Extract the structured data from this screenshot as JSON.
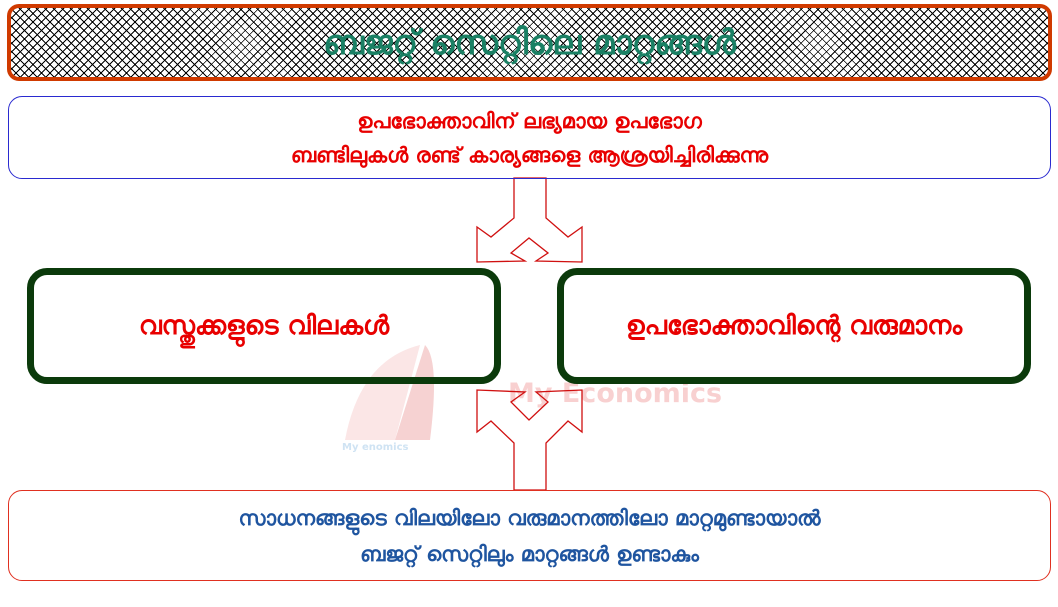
{
  "title": "ബജറ്റ് സെറ്റിലെ മാറ്റങ്ങൾ",
  "intro": {
    "line1": "ഉപഭോക്താവിന് ലഭ്യമായ ഉപഭോഗ",
    "line2": "ബണ്ടിലുകൾ രണ്ട് കാര്യങ്ങളെ ആശ്രയിച്ചിരിക്കുന്നു"
  },
  "factors": {
    "left": "വസ്തുക്കളുടെ വിലകൾ",
    "right": "ഉപഭോക്താവിന്റെ വരുമാനം"
  },
  "conclusion": {
    "line1": "സാധനങ്ങളുടെ വിലയിലോ വരുമാനത്തിലോ മാറ്റമുണ്ടായാൽ",
    "line2": "ബജറ്റ് സെറ്റിലും മാറ്റങ്ങൾ ഉണ്ടാകും"
  },
  "watermark": {
    "large": "My Economics",
    "small": "My enomics"
  },
  "colors": {
    "title_text": "#1a8064",
    "title_border": "#d03a00",
    "red_text": "#e80000",
    "blue_text": "#1f55a0",
    "box_border": "#0b3a0b",
    "arrow": "#d01010"
  }
}
